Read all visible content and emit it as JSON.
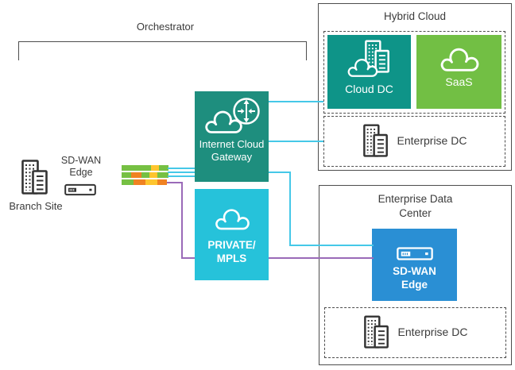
{
  "colors": {
    "gateway_teal": "#1e8e7e",
    "cloud_dc_teal": "#0e9488",
    "mpls_cyan": "#26c2da",
    "saas_green": "#72bf44",
    "sdwan_blue": "#2a8fd4",
    "line_cyan": "#45c8e8",
    "line_purple": "#9a6ab8",
    "border_dark": "#4d4d4d",
    "text_dark": "#3b3b3b"
  },
  "orchestrator": {
    "label": "Orchestrator"
  },
  "branch": {
    "site_label": "Branch Site",
    "edge_label": "SD-WAN Edge"
  },
  "stripes": {
    "palette": {
      "green": "#76c043",
      "orange": "#f08222",
      "yellow": "#fec52e"
    },
    "bars": [
      {
        "segments": [
          {
            "color": "green",
            "w": 37
          },
          {
            "color": "yellow",
            "w": 10
          },
          {
            "color": "green",
            "w": 12
          }
        ]
      },
      {
        "segments": [
          {
            "color": "green",
            "w": 12
          },
          {
            "color": "orange",
            "w": 13
          },
          {
            "color": "green",
            "w": 10
          },
          {
            "color": "yellow",
            "w": 10
          },
          {
            "color": "green",
            "w": 14
          }
        ]
      },
      {
        "segments": [
          {
            "color": "green",
            "w": 15
          },
          {
            "color": "orange",
            "w": 15
          },
          {
            "color": "yellow",
            "w": 15
          },
          {
            "color": "orange",
            "w": 12
          }
        ]
      }
    ]
  },
  "gateway": {
    "label": "Internet Cloud Gateway"
  },
  "mpls": {
    "line1": "PRIVATE/",
    "line2": "MPLS"
  },
  "hybrid": {
    "title": "Hybrid Cloud",
    "cloud_dc_label": "Cloud DC",
    "saas_label": "SaaS",
    "enterprise_dc_label": "Enterprise DC"
  },
  "edc": {
    "title": "Enterprise Data Center",
    "sdwan_label": "SD-WAN Edge",
    "enterprise_dc_label": "Enterprise DC"
  }
}
